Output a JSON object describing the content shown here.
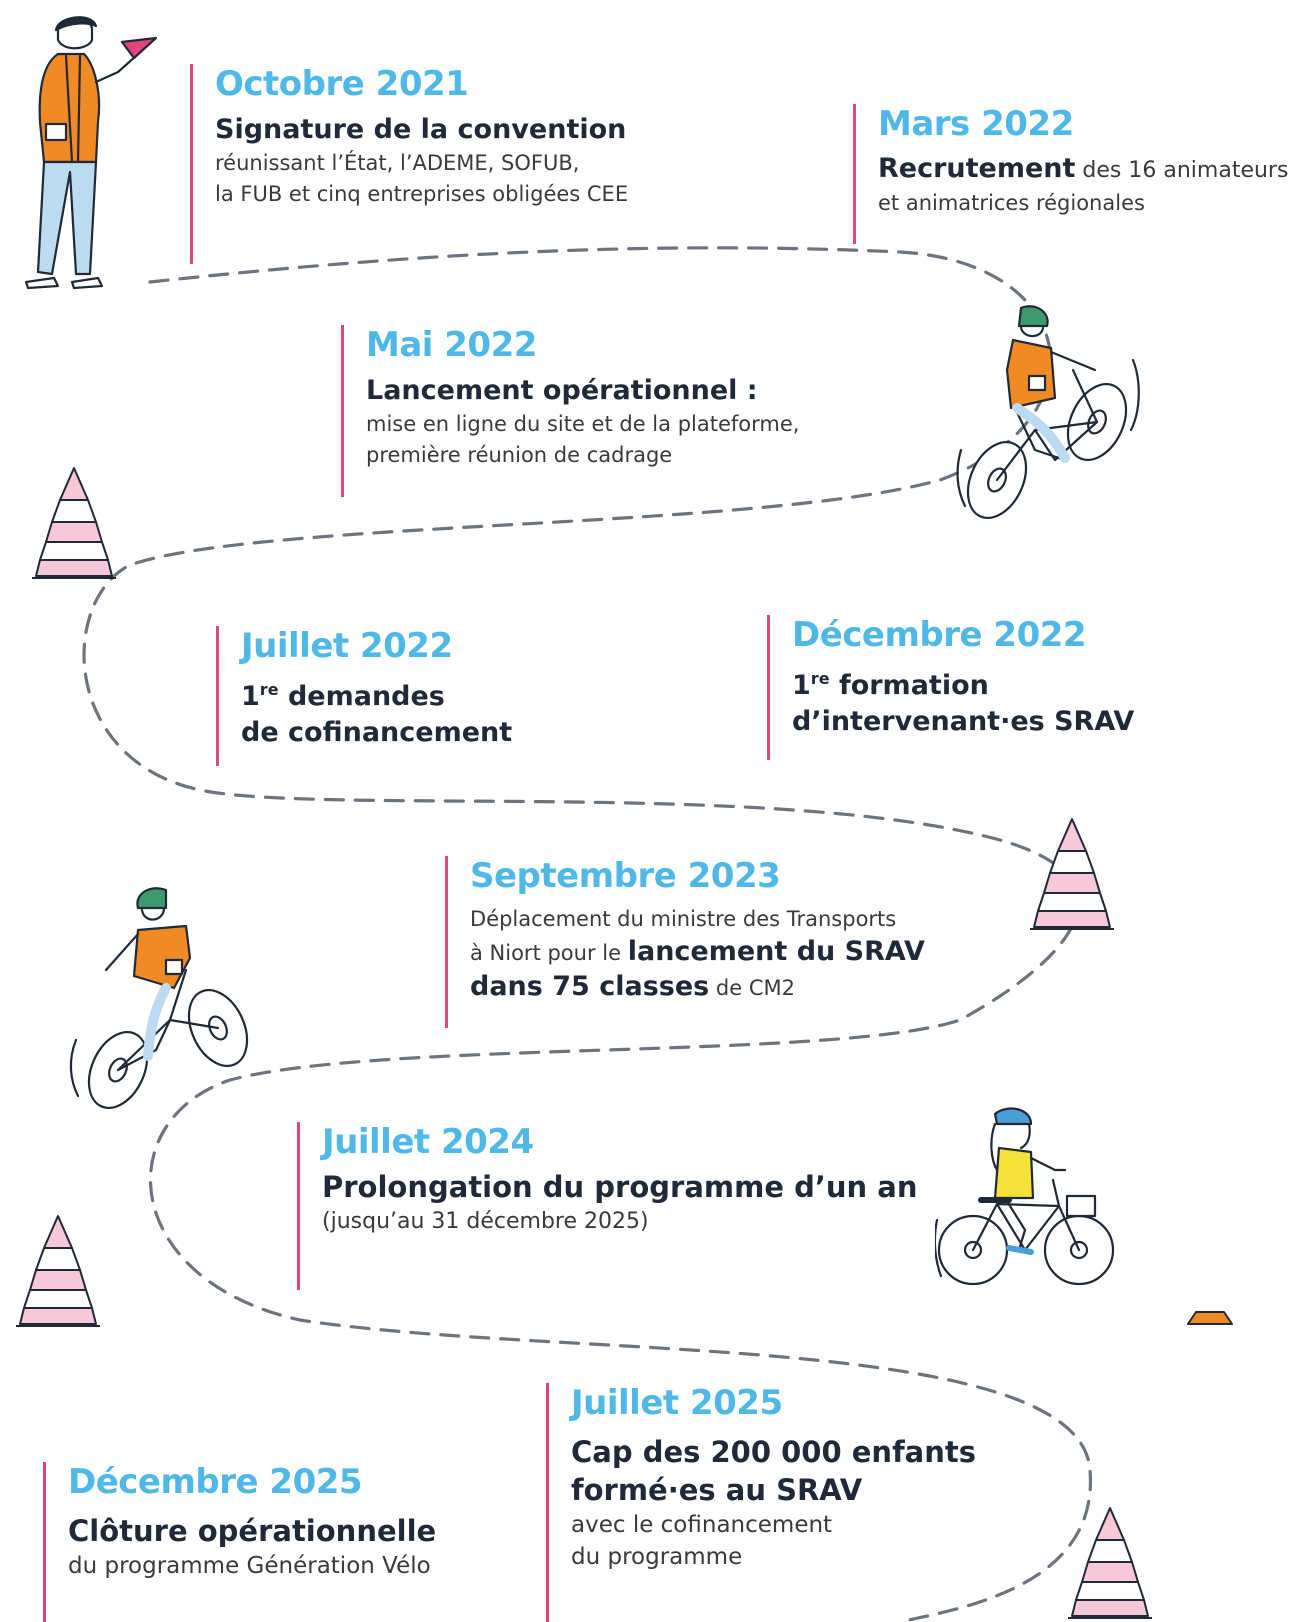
{
  "colors": {
    "date": "#4fb8e6",
    "line": "#e0457b",
    "route": "#6e7380",
    "cone_pink": "#f6c8d8",
    "vest_orange": "#f08a24",
    "helmet_green": "#3e9a6e",
    "helmet_blue": "#4a9fd8",
    "shirt_yellow": "#f4e13a"
  },
  "events": [
    {
      "date": "Octobre 2021",
      "title": "Signature de la convention",
      "desc": [
        "réunissant l’État, l’ADEME, SOFUB,",
        "la FUB et cinq entreprises obligées CEE"
      ]
    },
    {
      "date": "Mars 2022",
      "title": "Recrutement",
      "title_rest": " des 16 animateurs",
      "desc": [
        "et animatrices régionales"
      ]
    },
    {
      "date": "Mai 2022",
      "title": "Lancement opérationnel :",
      "desc": [
        "mise en ligne du site et de la plateforme,",
        "première réunion de cadrage"
      ]
    },
    {
      "date": "Juillet 2022",
      "title_lines": [
        "1",
        "re",
        " demandes",
        "de cofinancement"
      ]
    },
    {
      "date": "Décembre 2022",
      "title_lines": [
        "1",
        "re",
        " formation",
        "d’intervenant·es SRAV"
      ]
    },
    {
      "date": "Septembre 2023",
      "line1": "Déplacement du ministre des Transports",
      "line2_pre": "à Niort pour le ",
      "line2_bold": "lancement du SRAV",
      "line3_bold": "dans 75 classes",
      "line3_post": " de CM2"
    },
    {
      "date": "Juillet 2024",
      "title": "Prolongation du programme d’un an",
      "desc": [
        "(jusqu’au 31 décembre 2025)"
      ]
    },
    {
      "date": "Juillet 2025",
      "title_lines": [
        "Cap des 200 000 enfants",
        "formé·es au SRAV"
      ],
      "desc": [
        "avec le cofinancement",
        "du programme"
      ]
    },
    {
      "date": "Décembre 2025",
      "title": "Clôture opérationnelle",
      "desc": [
        "du programme Génération Vélo"
      ]
    }
  ],
  "illustrations": [
    "person-paper-plane-icon",
    "cyclist-orange-vest-icon",
    "traffic-cone-icon",
    "cyclist-yellow-shirt-icon",
    "marker-cone-icon"
  ]
}
